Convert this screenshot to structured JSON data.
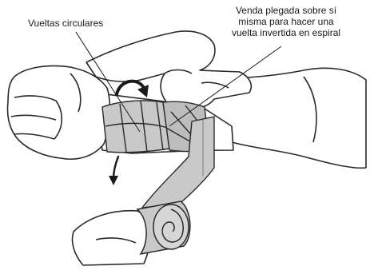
{
  "labels": {
    "circular_turns": "Vueltas circulares",
    "folded_bandage": [
      "Venda plegada sobre sí",
      "misma para hacer una",
      "vuelta invertida en espiral"
    ]
  },
  "colors": {
    "outline": "#2a2a2a",
    "skin": "#ffffff",
    "bandage": "#c9c9c9",
    "bandage_shadow": "#a9a9a9"
  }
}
